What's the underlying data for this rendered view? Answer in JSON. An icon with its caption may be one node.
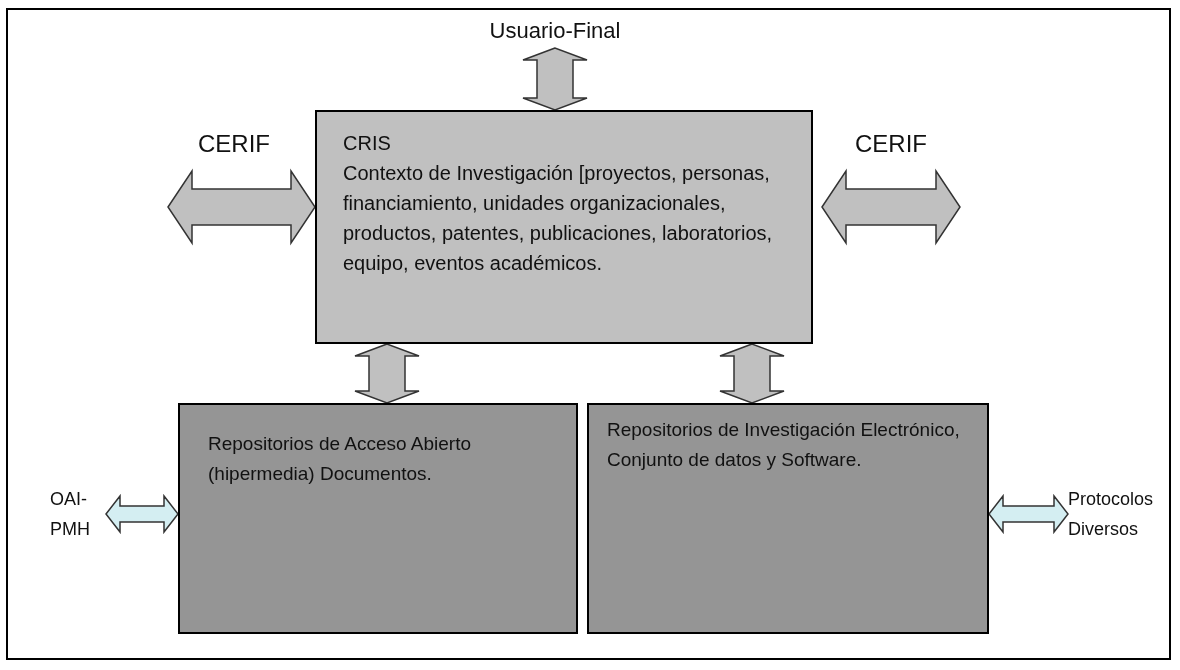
{
  "diagram": {
    "nodes": [
      {
        "text": [
          "Usuario-Final"
        ]
      },
      {
        "text": [
          "CRIS",
          "Contexto de Investigación [proyectos, personas, financiamiento, unidades organizacionales, productos, patentes, publicaciones, laboratorios, equipo, eventos académicos."
        ]
      },
      {
        "text": [
          "OAI- PMH"
        ]
      },
      {
        "text": [
          "Repositorios de Acceso Abierto (hipermedia) Documentos."
        ]
      },
      {
        "text": [
          "Repositorios de Investigación Electrónico, Conjunto de datos y Software."
        ]
      },
      {
        "text": [
          "Protocolos Diversos"
        ]
      }
    ],
    "edges": [
      {
        "from": 0,
        "to": 1,
        "arrow": "both"
      },
      {
        "from": null,
        "to": 1,
        "arrow": "both",
        "label": "CERIF"
      },
      {
        "from": 1,
        "to": null,
        "arrow": "both",
        "label": "CERIF"
      },
      {
        "from": 1,
        "to": 3,
        "arrow": "both"
      },
      {
        "from": 1,
        "to": 4,
        "arrow": "both"
      },
      {
        "from": 2,
        "to": 3,
        "arrow": "both",
        "color": "#d4eef2"
      },
      {
        "from": 4,
        "to": 5,
        "arrow": "both",
        "color": "#d4eef2"
      }
    ]
  }
}
